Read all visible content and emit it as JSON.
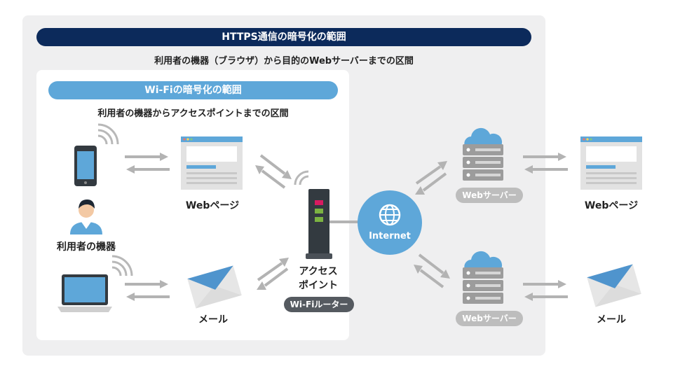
{
  "https": {
    "title": "HTTPS通信の暗号化の範囲",
    "subtitle": "利用者の機器（ブラウザ）から目的のWebサーバーまでの区間"
  },
  "wifi": {
    "title": "Wi-Fiの暗号化の範囲",
    "subtitle": "利用者の機器からアクセスポイントまでの区間"
  },
  "labels": {
    "user_device": "利用者の機器",
    "webpage_left": "Webページ",
    "mail_left": "メール",
    "access_point_line1": "アクセス",
    "access_point_line2": "ポイント",
    "wifi_router": "Wi-Fiルーター",
    "internet": "Internet",
    "web_server_top": "Webサーバー",
    "web_server_bottom": "Webサーバー",
    "webpage_right": "Webページ",
    "mail_right": "メール"
  },
  "colors": {
    "navy": "#0c2a5b",
    "accent_blue": "#5ea7d9",
    "grey_arrow": "#b3b3b3",
    "panel_grey": "#efeff0"
  }
}
